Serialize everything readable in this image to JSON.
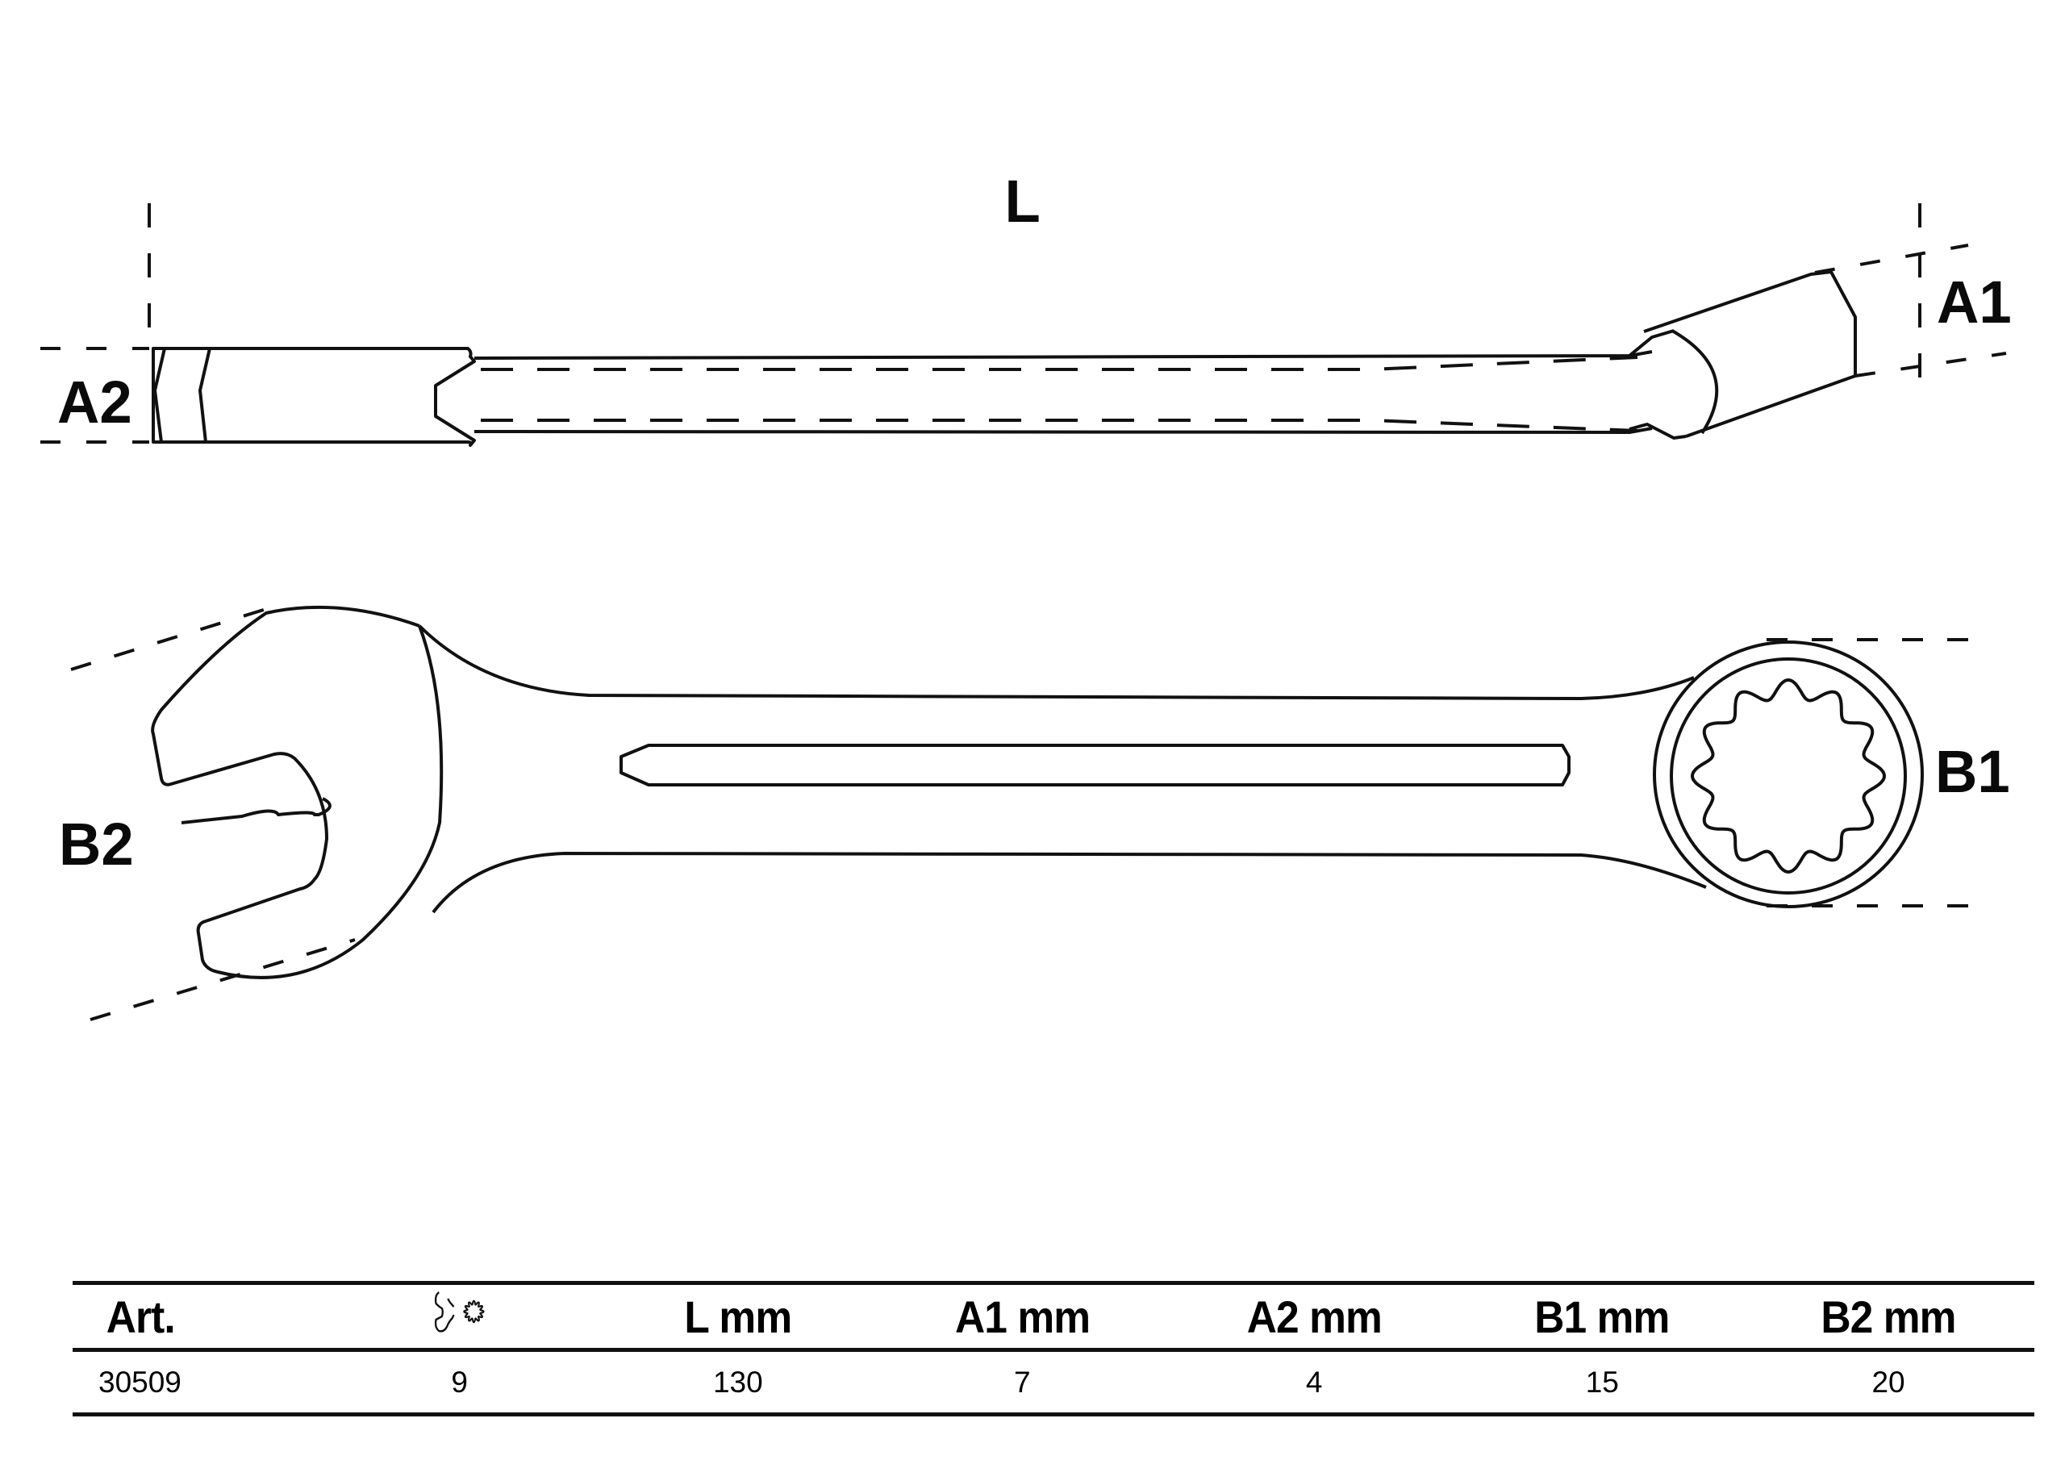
{
  "drawing": {
    "labels": {
      "length": "L",
      "a1": "A1",
      "a2": "A2",
      "b1": "B1",
      "b2": "B2"
    },
    "views": [
      "side-view-combination-wrench",
      "front-view-combination-wrench"
    ],
    "ring_end": {
      "profile": "12-point"
    },
    "stroke_color": "#111111",
    "background_color": "#ffffff"
  },
  "table": {
    "headers": [
      "Art.",
      "open-end-and-12-point-ring-icon",
      "L mm",
      "A1 mm",
      "A2 mm",
      "B1 mm",
      "B2 mm"
    ],
    "header_labels": {
      "art": "Art.",
      "l": "L mm",
      "a1": "A1 mm",
      "a2": "A2 mm",
      "b1": "B1 mm",
      "b2": "B2 mm"
    },
    "rows": [
      {
        "art": "30509",
        "size": "9",
        "l": "130",
        "a1": "7",
        "a2": "4",
        "b1": "15",
        "b2": "20"
      }
    ]
  }
}
